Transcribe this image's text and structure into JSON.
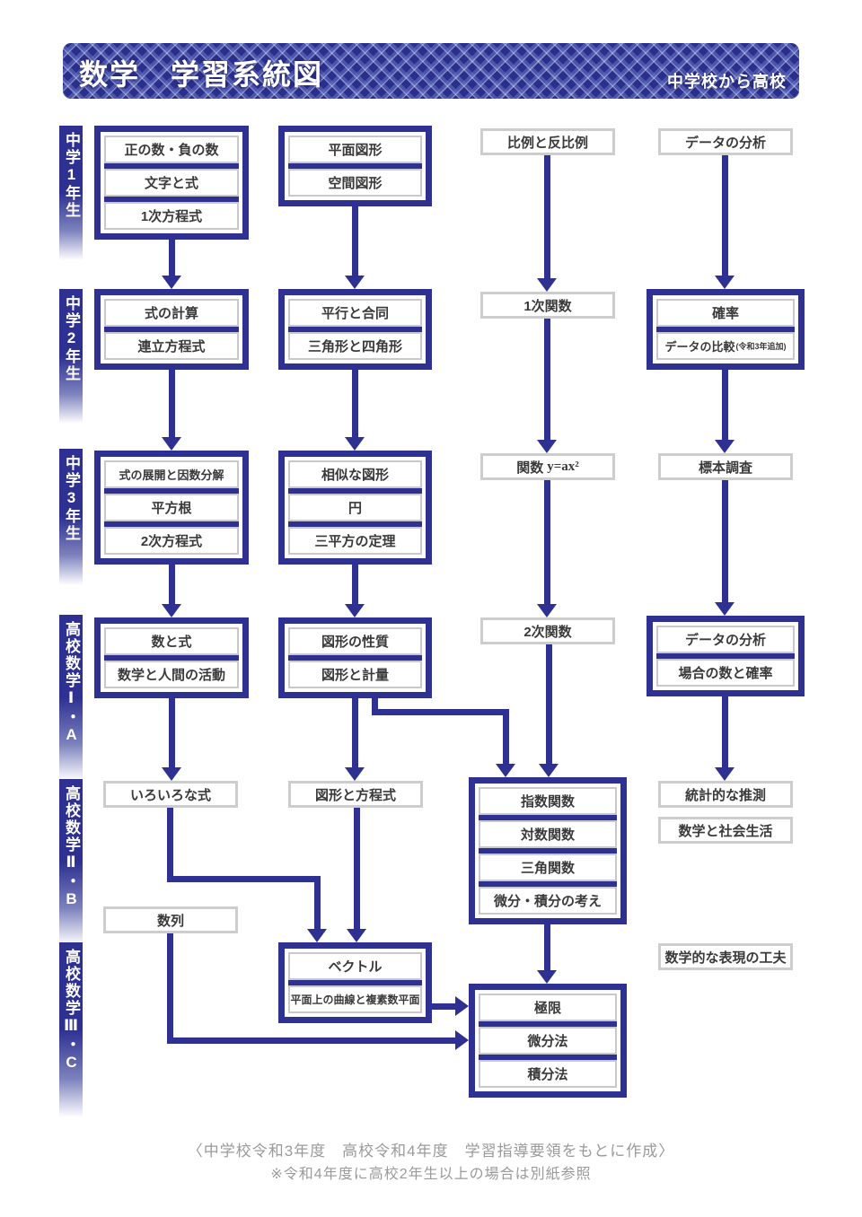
{
  "header": {
    "title": "数学　学習系統図",
    "subtitle": "中学校から高校"
  },
  "grades": {
    "j1": "中学1年生",
    "j2": "中学2年生",
    "j3": "中学3年生",
    "h1a": "高校数学Ⅰ・A",
    "h2b": "高校数学Ⅱ・B",
    "h3c": "高校数学Ⅲ・C"
  },
  "boxes": {
    "positive_negative": "正の数・負の数",
    "letters_expressions": "文字と式",
    "linear_equations": "1次方程式",
    "plane_figures": "平面図形",
    "space_figures": "空間図形",
    "proportion": "比例と反比例",
    "data_analysis_j1": "データの分析",
    "expression_calc": "式の計算",
    "simultaneous_equations": "連立方程式",
    "parallel_congruence": "平行と合同",
    "triangles_quadrilaterals": "三角形と四角形",
    "linear_functions": "1次関数",
    "probability": "確率",
    "data_comparison": "データの比較",
    "data_comparison_note": "(令和3年追加)",
    "expansion_factorization": "式の展開と因数分解",
    "square_roots": "平方根",
    "quadratic_equations": "2次方程式",
    "similar_figures": "相似な図形",
    "circles": "円",
    "pythagorean": "三平方の定理",
    "function_label": "関数",
    "function_formula": "y=ax²",
    "sampling": "標本調査",
    "numbers_expressions": "数と式",
    "math_human_activity": "数学と人間の活動",
    "figure_properties": "図形の性質",
    "figures_measurement": "図形と計量",
    "quadratic_functions": "2次関数",
    "data_analysis_h": "データの分析",
    "counting_probability": "場合の数と確率",
    "various_expressions": "いろいろな式",
    "figures_equations": "図形と方程式",
    "exponential": "指数関数",
    "logarithmic": "対数関数",
    "trigonometric": "三角関数",
    "calculus_concepts": "微分・積分の考え",
    "statistical_inference": "統計的な推測",
    "math_society": "数学と社会生活",
    "sequences": "数列",
    "vectors": "ベクトル",
    "curves_complex": "平面上の曲線と複素数平面",
    "math_expression_devices": "数学的な表現の工夫",
    "limits": "極限",
    "differentiation": "微分法",
    "integration": "積分法"
  },
  "footer": {
    "line1": "〈中学校令和3年度　高校令和4年度　学習指導要領をもとに作成〉",
    "line2": "※令和4年度に高校2年生以上の場合は別紙参照"
  },
  "colors": {
    "navy": "#2e3192",
    "header_background": "#2b2f8c",
    "box_border_gray": "#c9c9cd",
    "box_text": "#3a3a3a",
    "footer_text": "#9a9a9a"
  }
}
